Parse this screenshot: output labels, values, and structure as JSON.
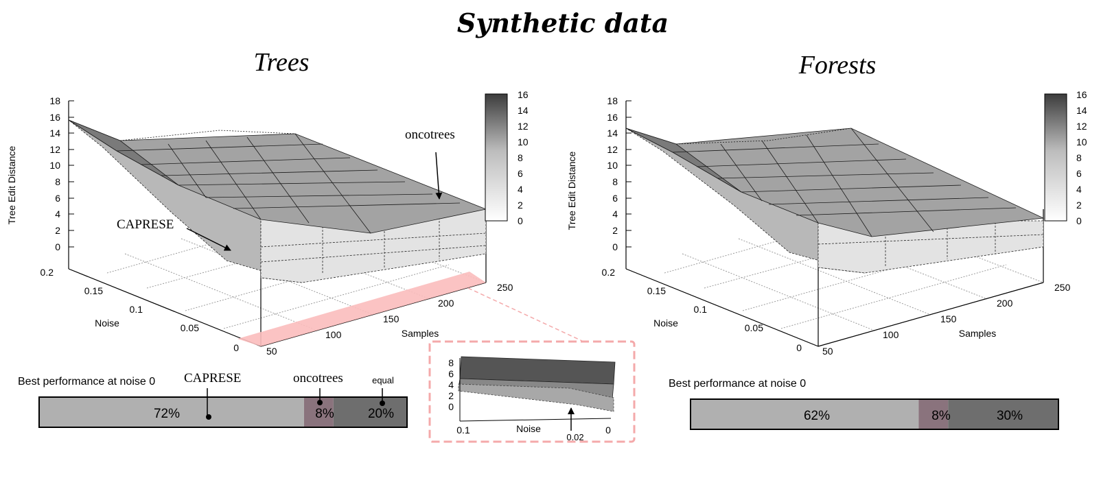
{
  "figure_title": "Synthetic data",
  "panels": [
    {
      "title": "Trees",
      "zlabel": "Tree Edit Distance",
      "ztick_labels": [
        "18",
        "16",
        "14",
        "12",
        "10",
        "8",
        "6",
        "4",
        "2",
        "0"
      ],
      "noise_tick_labels": [
        "0.2",
        "0.15",
        "0.1",
        "0.05",
        "0"
      ],
      "noise_label": "Noise",
      "samples_tick_labels": [
        "50",
        "100",
        "150",
        "200",
        "250"
      ],
      "samples_label": "Samples",
      "colorbar_labels": [
        "16",
        "14",
        "12",
        "10",
        "8",
        "6",
        "4",
        "2",
        "0"
      ],
      "annotation_oncotrees": "oncotrees",
      "annotation_caprese": "CAPRESE",
      "best_performance_label": "Best performance at noise 0",
      "bar_label_caprese": "CAPRESE",
      "bar_label_oncotrees": "oncotrees",
      "bar_label_equal": "equal",
      "bar_caprese_pct": "72%",
      "bar_oncotrees_pct": "8%",
      "bar_equal_pct": "20%"
    },
    {
      "title": "Forests",
      "zlabel": "Tree Edit Distance",
      "ztick_labels": [
        "18",
        "16",
        "14",
        "12",
        "10",
        "8",
        "6",
        "4",
        "2",
        "0"
      ],
      "noise_tick_labels": [
        "0.2",
        "0.15",
        "0.1",
        "0.05",
        "0"
      ],
      "noise_label": "Noise",
      "samples_tick_labels": [
        "50",
        "100",
        "150",
        "200",
        "250"
      ],
      "samples_label": "Samples",
      "colorbar_labels": [
        "16",
        "14",
        "12",
        "10",
        "8",
        "6",
        "4",
        "2",
        "0"
      ],
      "best_performance_label": "Best performance at noise 0",
      "bar_caprese_pct": "62%",
      "bar_oncotrees_pct": "8%",
      "bar_equal_pct": "30%"
    }
  ],
  "inset": {
    "ytick_labels": [
      "8",
      "6",
      "4",
      "2",
      "0"
    ],
    "xtick_left": "0.1",
    "xtick_right": "0",
    "xlabel": "Noise",
    "annotation": "0.02"
  },
  "colors": {
    "caprese_bar": "#b0b0b0",
    "oncotrees_bar": "#8a737d",
    "equal_bar": "#6e6e6e",
    "highlight": "#fbbcbd",
    "upper_surface": "#a6a6a6",
    "lower_surface": "#dcdcdc"
  },
  "chart_data": [
    {
      "type": "surface",
      "title": "Trees",
      "xlabel": "Samples",
      "ylabel": "Noise",
      "zlabel": "Tree Edit Distance",
      "x": [
        50,
        100,
        150,
        200,
        250
      ],
      "y": [
        0,
        0.05,
        0.1,
        0.15,
        0.2
      ],
      "zlim": [
        0,
        18
      ],
      "series": [
        {
          "name": "oncotrees",
          "z_at_max_noise": [
            15.5,
            12.5,
            11.5,
            11.5,
            11.5
          ],
          "z_at_zero_noise": [
            5.5,
            5.0,
            4.5,
            4.5,
            4.0
          ]
        },
        {
          "name": "CAPRESE",
          "z_at_max_noise": [
            15.5,
            12,
            11,
            10.5,
            10.5
          ],
          "z_at_zero_noise": [
            2.0,
            1.5,
            1.0,
            1.0,
            1.0
          ]
        }
      ],
      "colorbar_range": [
        0,
        16
      ],
      "best_performance_at_noise_0": [
        {
          "label": "CAPRESE",
          "value": 72
        },
        {
          "label": "oncotrees",
          "value": 8
        },
        {
          "label": "equal",
          "value": 20
        }
      ]
    },
    {
      "type": "surface",
      "title": "Forests",
      "xlabel": "Samples",
      "ylabel": "Noise",
      "zlabel": "Tree Edit Distance",
      "x": [
        50,
        100,
        150,
        200,
        250
      ],
      "y": [
        0,
        0.05,
        0.1,
        0.15,
        0.2
      ],
      "zlim": [
        0,
        18
      ],
      "series": [
        {
          "name": "oncotrees",
          "z_at_max_noise": [
            14.5,
            12,
            11.5,
            11,
            11
          ],
          "z_at_zero_noise": [
            4.0,
            3.5,
            3.5,
            3.5,
            3.0
          ]
        },
        {
          "name": "CAPRESE",
          "z_at_max_noise": [
            14.5,
            12,
            10.5,
            10,
            10
          ],
          "z_at_zero_noise": [
            1.5,
            1.0,
            1.0,
            1.0,
            1.0
          ]
        }
      ],
      "colorbar_range": [
        0,
        16
      ],
      "best_performance_at_noise_0": [
        {
          "label": "CAPRESE",
          "value": 62
        },
        {
          "label": "oncotrees",
          "value": 8
        },
        {
          "label": "equal",
          "value": 30
        }
      ]
    }
  ]
}
